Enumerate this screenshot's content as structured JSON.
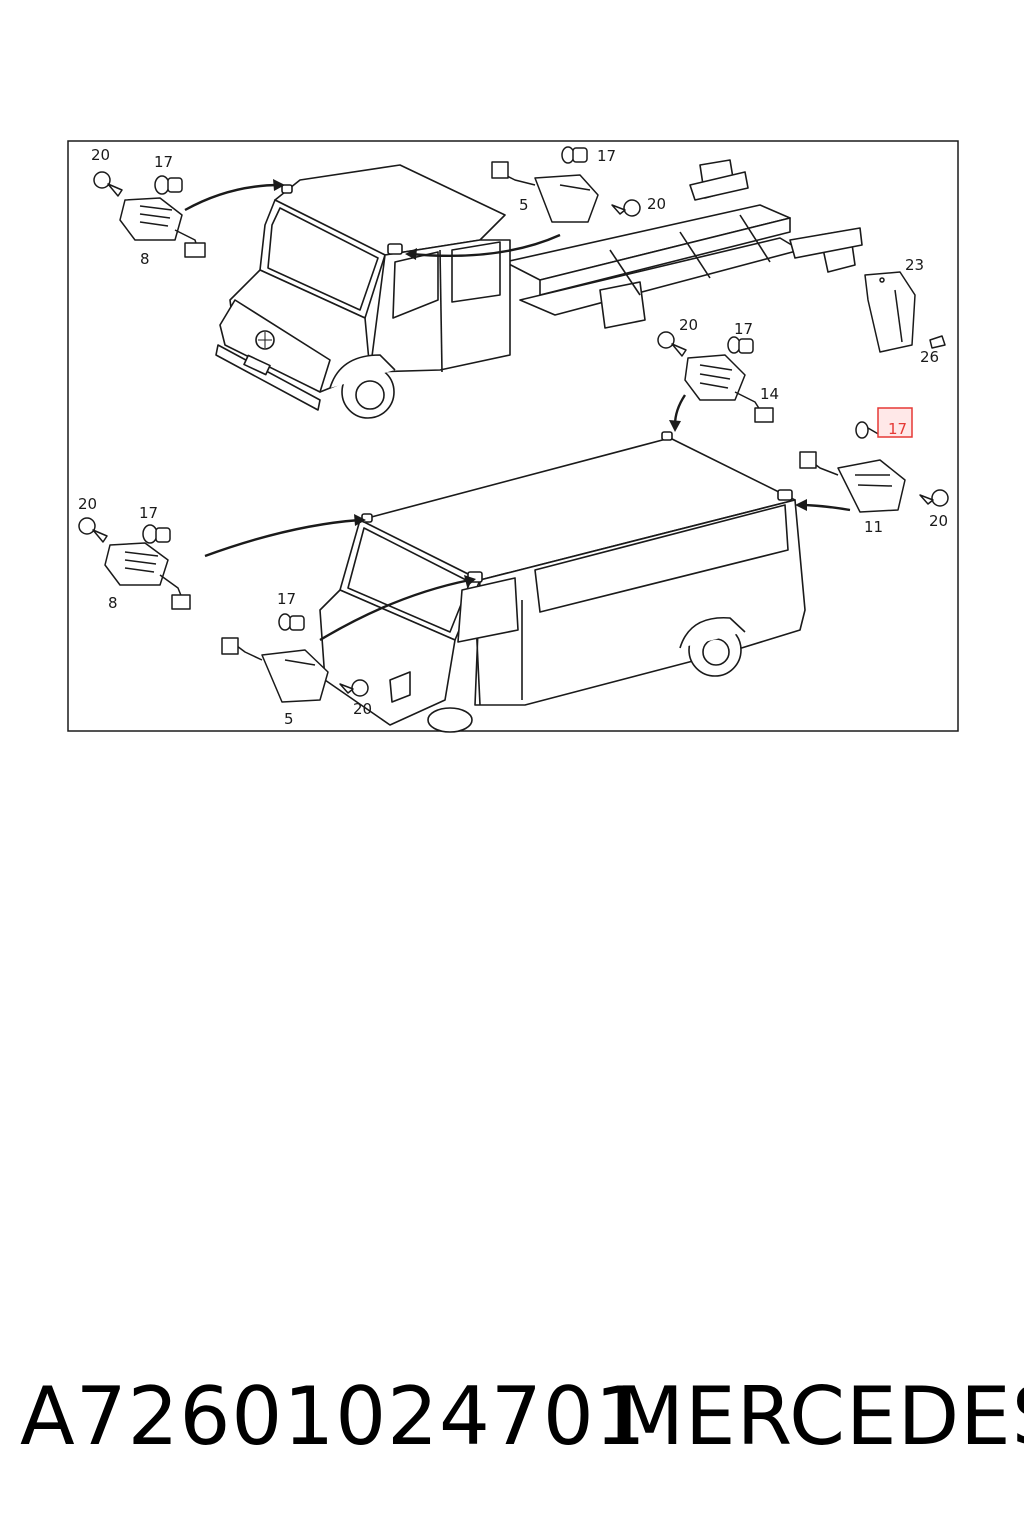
{
  "caption": {
    "part_number": "A72601024701",
    "brand": "MERCEDES"
  },
  "colors": {
    "line": "#1a1a1a",
    "highlight_border": "#e53935",
    "highlight_fill": "#ffe8e8"
  },
  "callouts": {
    "c1": "20",
    "c2": "17",
    "c3": "8",
    "c4": "17",
    "c5": "5",
    "c6": "20",
    "c7": "23",
    "c8": "26",
    "c9": "20",
    "c10": "17",
    "c11": "14",
    "c12": "17",
    "c13": "11",
    "c14": "20",
    "c15": "20",
    "c16": "17",
    "c17": "8",
    "c18": "17",
    "c19": "5",
    "c20": "20"
  },
  "highlighted_callout": "17"
}
